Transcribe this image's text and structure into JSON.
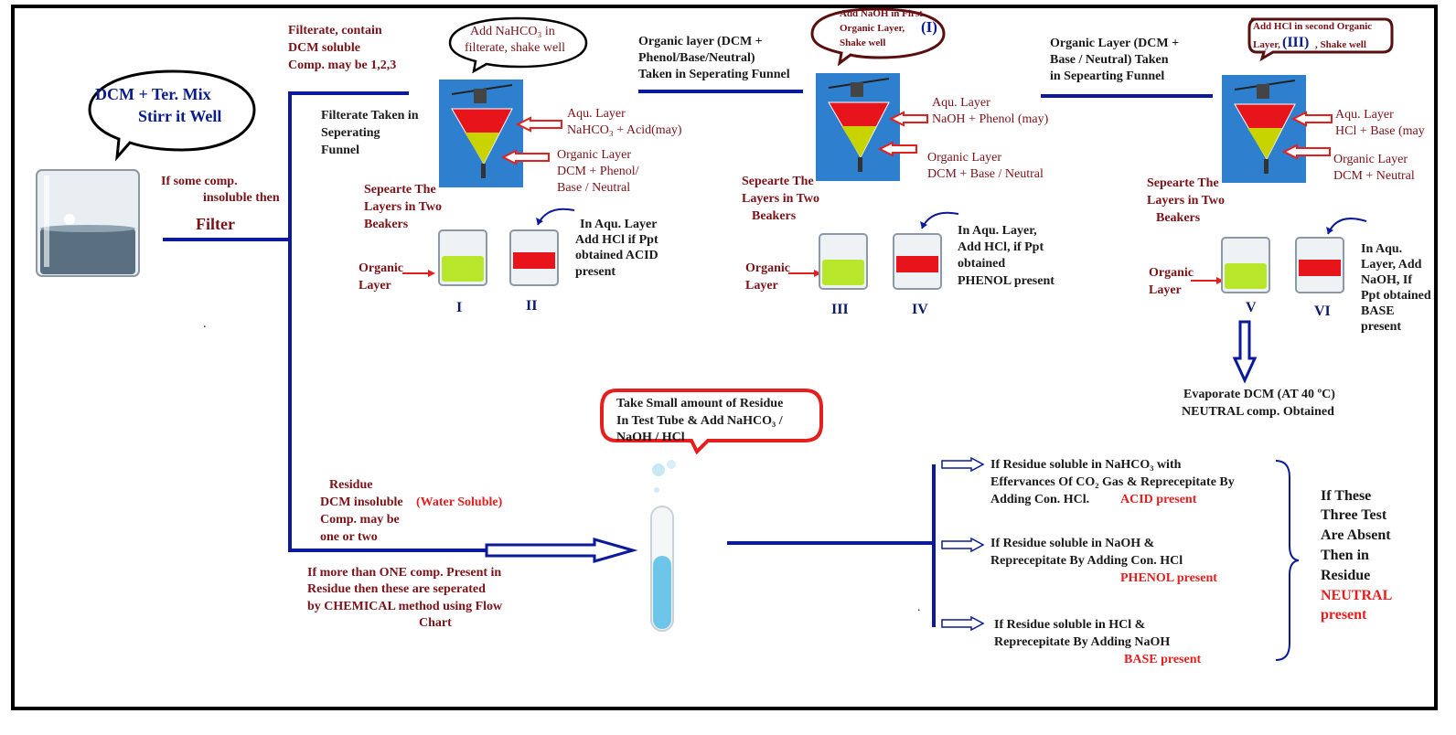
{
  "bubble_start": {
    "line1": "DCM + Ter. Mix",
    "line2": "Stirr it Well"
  },
  "left": {
    "insoluble": {
      "line1": "If some comp.",
      "line2": "insoluble then"
    },
    "filter": "Filter",
    "dot": "."
  },
  "filtrate_note": {
    "line1": "Filterate, contain",
    "line2": "DCM soluble",
    "line3": "Comp. may be 1,2,3"
  },
  "funnel1": {
    "bubble": {
      "line1": "Add NaHCO₃ in",
      "line2": "filterate, shake well"
    },
    "taken": {
      "line1": "Filterate Taken in",
      "line2": "Seperating",
      "line3": "Funnel"
    },
    "aqu": {
      "line1": "Aqu. Layer",
      "line2": "NaHCO₃ + Acid(may)"
    },
    "org": {
      "line1": "Organic Layer",
      "line2": "DCM + Phenol/",
      "line3": "Base /  Neutral"
    },
    "separate": {
      "line1": "Sepearte The",
      "line2": "Layers in Two",
      "line3": "Beakers"
    },
    "organic_label": {
      "line1": "Organic",
      "line2": "Layer"
    },
    "test": {
      "line1": "In Aqu. Layer",
      "line2": "Add HCl if Ppt",
      "line3": "obtained ACID",
      "line4": "present"
    },
    "label_a": "I",
    "label_b": "II"
  },
  "stage2_note": {
    "line1": "Organic layer (DCM +",
    "line2": "Phenol/Base/Neutral)",
    "line3": "Taken in Seperating Funnel"
  },
  "funnel2": {
    "bubble": {
      "line1": "Add NaOH in First",
      "line2": "Organic Layer,",
      "roman": "(I)",
      "line3": "Shake well"
    },
    "aqu": {
      "line1": "Aqu. Layer",
      "line2": "NaOH + Phenol (may)"
    },
    "org": {
      "line1": "Organic Layer",
      "line2": "DCM + Base / Neutral"
    },
    "separate": {
      "line1": "Sepearte The",
      "line2": "Layers in Two",
      "line3": "Beakers"
    },
    "organic_label": {
      "line1": "Organic",
      "line2": "Layer"
    },
    "test": {
      "line1": "In Aqu. Layer,",
      "line2": "Add HCl, if Ppt",
      "line3": "obtained",
      "line4": "PHENOL present"
    },
    "label_a": "III",
    "label_b": "IV"
  },
  "stage3_note": {
    "line1": "Organic Layer (DCM +",
    "line2": "Base / Neutral) Taken",
    "line3": "in Sepearting Funnel"
  },
  "funnel3": {
    "bubble": {
      "line1": "Add HCl in second Organic",
      "line2": "Layer,",
      "roman": "(III)",
      "line3": ", Shake well"
    },
    "aqu": {
      "line1": "Aqu. Layer",
      "line2": "HCl + Base (may"
    },
    "org": {
      "line1": "Organic Layer",
      "line2": "DCM + Neutral"
    },
    "separate": {
      "line1": "Sepearte The",
      "line2": "Layers in Two",
      "line3": "Beakers"
    },
    "organic_label": {
      "line1": "Organic",
      "line2": "Layer"
    },
    "test": {
      "line1": "In Aqu.",
      "line2": "Layer, Add",
      "line3": "NaOH, If",
      "line4": "Ppt obtained",
      "line5": "BASE",
      "line6": "present"
    },
    "label_a": "V",
    "label_b": "VI"
  },
  "evaporate": {
    "line1": "Evaporate DCM  (AT 40 ºC)",
    "line2": "NEUTRAL comp. Obtained"
  },
  "residue": {
    "line1": "Residue",
    "line2": "DCM insoluble",
    "line2_red": "(Water Soluble)",
    "line3": "Comp. may be",
    "line4": "one or two"
  },
  "residue_bubble": {
    "line1": "Take Small amount of Residue",
    "line2": "In Test Tube & Add NaHCO₃ /",
    "line3": "NaOH / HCl"
  },
  "more_than_one": {
    "line1": "If more than ONE comp. Present in",
    "line2": "Residue then these are seperated",
    "line3": "by CHEMICAL method using Flow",
    "line4": "Chart"
  },
  "tests": [
    {
      "line1": "If Residue soluble in NaHCO₃ with",
      "line2": "Effervances Of CO₂  Gas & Reprecepitate By",
      "line3": "Adding Con. HCl.",
      "result": "ACID present"
    },
    {
      "line1": "If Residue soluble in NaOH &",
      "line2": "Reprecepitate By Adding Con. HCl",
      "result": "PHENOL present"
    },
    {
      "line1": "If Residue soluble in HCl &",
      "line2": "Reprecepitate By Adding NaOH",
      "result": "BASE present"
    }
  ],
  "dot_right": ".",
  "absent": {
    "line1": "If These",
    "line2": "Three Test",
    "line3": "Are Absent",
    "line4": "Then  in",
    "line5": "Residue",
    "line6": "NEUTRAL",
    "line7": "present"
  },
  "colors": {
    "line": "#0a1a9a",
    "maroon": "#7a1218",
    "red": "#e61e1e",
    "funnel_bg": "#2f7fcf",
    "aqueous": "#e8141c",
    "organic": "#b8e62a"
  }
}
